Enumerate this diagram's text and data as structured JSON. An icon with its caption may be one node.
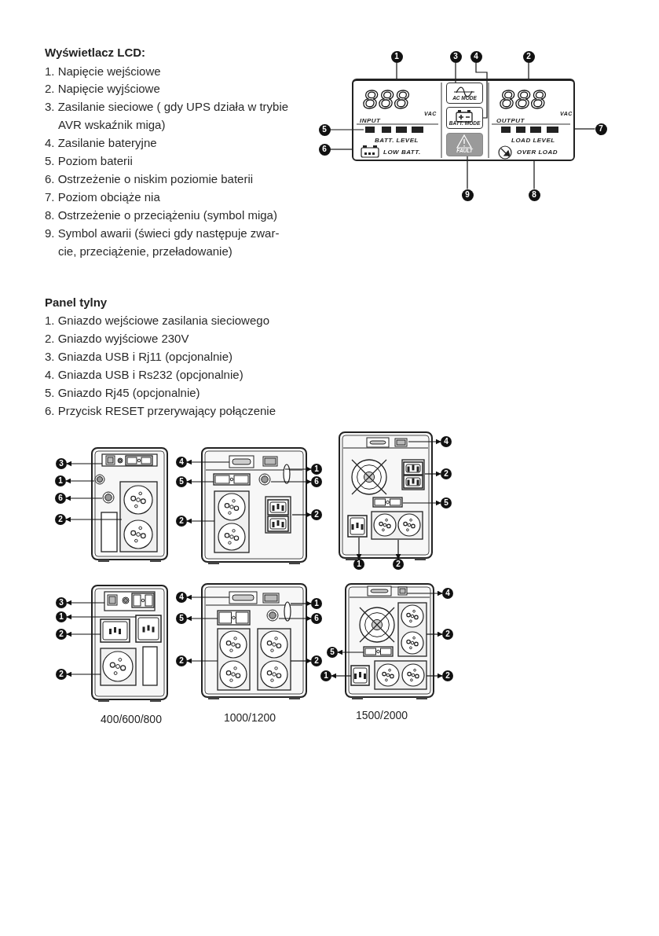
{
  "diagram": {
    "nodes": [
      {
        "text": [
          "888",
          "VAC",
          "INPUT",
          "BATT. LEVEL",
          "LOW BATT.",
          "888",
          "VAC",
          "OUTPUT",
          "LOAD LEVEL",
          "OVER LOAD"
        ]
      },
      {
        "text": [
          "AC MODE"
        ],
        "in": 0
      },
      {
        "text": [
          "BATT. MODE"
        ],
        "in": 0
      },
      {
        "text": [
          "FAULT"
        ],
        "in": 0
      },
      {
        "text": [
          "1"
        ]
      },
      {
        "text": [
          "3"
        ]
      },
      {
        "text": [
          "4"
        ]
      },
      {
        "text": [
          "2"
        ]
      },
      {
        "text": [
          "5"
        ]
      },
      {
        "text": [
          "6"
        ]
      },
      {
        "text": [
          "7"
        ]
      },
      {
        "text": [
          "9"
        ]
      },
      {
        "text": [
          "8"
        ]
      },
      {
        "text": [
          "3"
        ]
      },
      {
        "text": [
          "1"
        ]
      },
      {
        "text": [
          "6"
        ]
      },
      {
        "text": [
          "2"
        ]
      },
      {
        "text": [
          "4"
        ]
      },
      {
        "text": [
          "5"
        ]
      },
      {
        "text": [
          "2"
        ]
      },
      {
        "text": [
          "1"
        ]
      },
      {
        "text": [
          "6"
        ]
      },
      {
        "text": [
          "2"
        ]
      },
      {
        "text": [
          "4"
        ]
      },
      {
        "text": [
          "2"
        ]
      },
      {
        "text": [
          "5"
        ]
      },
      {
        "text": [
          "1"
        ]
      },
      {
        "text": [
          "2"
        ]
      },
      {
        "text": [
          "3"
        ]
      },
      {
        "text": [
          "1"
        ]
      },
      {
        "text": [
          "2"
        ]
      },
      {
        "text": [
          "2"
        ]
      },
      {
        "text": [
          "4"
        ]
      },
      {
        "text": [
          "5"
        ]
      },
      {
        "text": [
          "2"
        ]
      },
      {
        "text": [
          "1"
        ]
      },
      {
        "text": [
          "6"
        ]
      },
      {
        "text": [
          "2"
        ]
      },
      {
        "text": [
          "4"
        ]
      },
      {
        "text": [
          "2"
        ]
      },
      {
        "text": [
          "5"
        ]
      },
      {
        "text": [
          "1"
        ]
      },
      {
        "text": [
          "2"
        ]
      }
    ],
    "edges": [
      {
        "from": 4,
        "to": 0,
        "arrow": "none"
      },
      {
        "from": 5,
        "to": 1,
        "arrow": "none"
      },
      {
        "from": 6,
        "to": 2,
        "arrow": "none"
      },
      {
        "from": 7,
        "to": 0,
        "arrow": "none"
      },
      {
        "from": 8,
        "to": null,
        "arrow": "none"
      },
      {
        "from": 9,
        "to": 0,
        "arrow": "none"
      },
      {
        "from": 10,
        "to": 0,
        "arrow": "none"
      },
      {
        "from": 11,
        "to": 3,
        "arrow": "none"
      },
      {
        "from": 12,
        "to": 0,
        "arrow": "none"
      },
      {
        "from": null,
        "to": 13,
        "arrow": "to"
      },
      {
        "from": null,
        "to": 14,
        "arrow": "to"
      },
      {
        "from": null,
        "to": 15,
        "arrow": "to"
      },
      {
        "from": null,
        "to": 16,
        "arrow": "to"
      },
      {
        "from": null,
        "to": 17,
        "arrow": "to"
      },
      {
        "from": null,
        "to": 18,
        "arrow": "to"
      },
      {
        "from": null,
        "to": 19,
        "arrow": "to"
      },
      {
        "from": null,
        "to": 20,
        "arrow": "to"
      },
      {
        "from": null,
        "to": 21,
        "arrow": "to"
      },
      {
        "from": null,
        "to": 22,
        "arrow": "to"
      },
      {
        "from": null,
        "to": 23,
        "arrow": "to"
      },
      {
        "from": null,
        "to": 24,
        "arrow": "to"
      },
      {
        "from": null,
        "to": 25,
        "arrow": "to"
      },
      {
        "from": null,
        "to": 26,
        "arrow": "to"
      },
      {
        "from": null,
        "to": 27,
        "arrow": "to"
      },
      {
        "from": null,
        "to": 28,
        "arrow": "to"
      },
      {
        "from": null,
        "to": 29,
        "arrow": "to"
      },
      {
        "from": null,
        "to": 30,
        "arrow": "to"
      },
      {
        "from": null,
        "to": 31,
        "arrow": "to"
      },
      {
        "from": null,
        "to": 32,
        "arrow": "to"
      },
      {
        "from": null,
        "to": 33,
        "arrow": "to"
      },
      {
        "from": null,
        "to": 34,
        "arrow": "to"
      },
      {
        "from": null,
        "to": 35,
        "arrow": "to"
      },
      {
        "from": null,
        "to": 36,
        "arrow": "to"
      },
      {
        "from": null,
        "to": 37,
        "arrow": "to"
      },
      {
        "from": null,
        "to": 38,
        "arrow": "to"
      },
      {
        "from": null,
        "to": 39,
        "arrow": "to"
      },
      {
        "from": null,
        "to": 40,
        "arrow": "to"
      },
      {
        "from": null,
        "to": 41,
        "arrow": "to"
      },
      {
        "from": null,
        "to": 42,
        "arrow": "to"
      }
    ],
    "labels": [
      "Wyświetlacz LCD:",
      "1. Napięcie wejściowe",
      "2. Napięcie wyjściowe",
      "3. Zasilanie sieciowe ( gdy UPS działa w trybie AVR wskaźnik miga)",
      "4. Zasilanie bateryjne",
      "5. Poziom baterii",
      "6. Ostrzeżenie o niskim poziomie baterii",
      "7. Poziom obciąże nia",
      "8. Ostrzeżenie o przeciążeniu (symbol miga)",
      "9. Symbol awarii (świeci gdy następuje zwar-cie, przeciążenie, przeładowanie)",
      "Panel tylny",
      "1. Gniazdo wejściowe zasilania sieciowego",
      "2. Gniazdo wyjściowe 230V",
      "3. Gniazda USB i Rj11 (opcjonalnie)",
      "4. Gniazda USB i Rs232 (opcjonalnie)",
      "5. Gniazdo Rj45 (opcjonalnie)",
      "6. Przycisk RESET przerywający połączenie",
      "400/600/800",
      "1000/1200",
      "1500/2000"
    ]
  }
}
